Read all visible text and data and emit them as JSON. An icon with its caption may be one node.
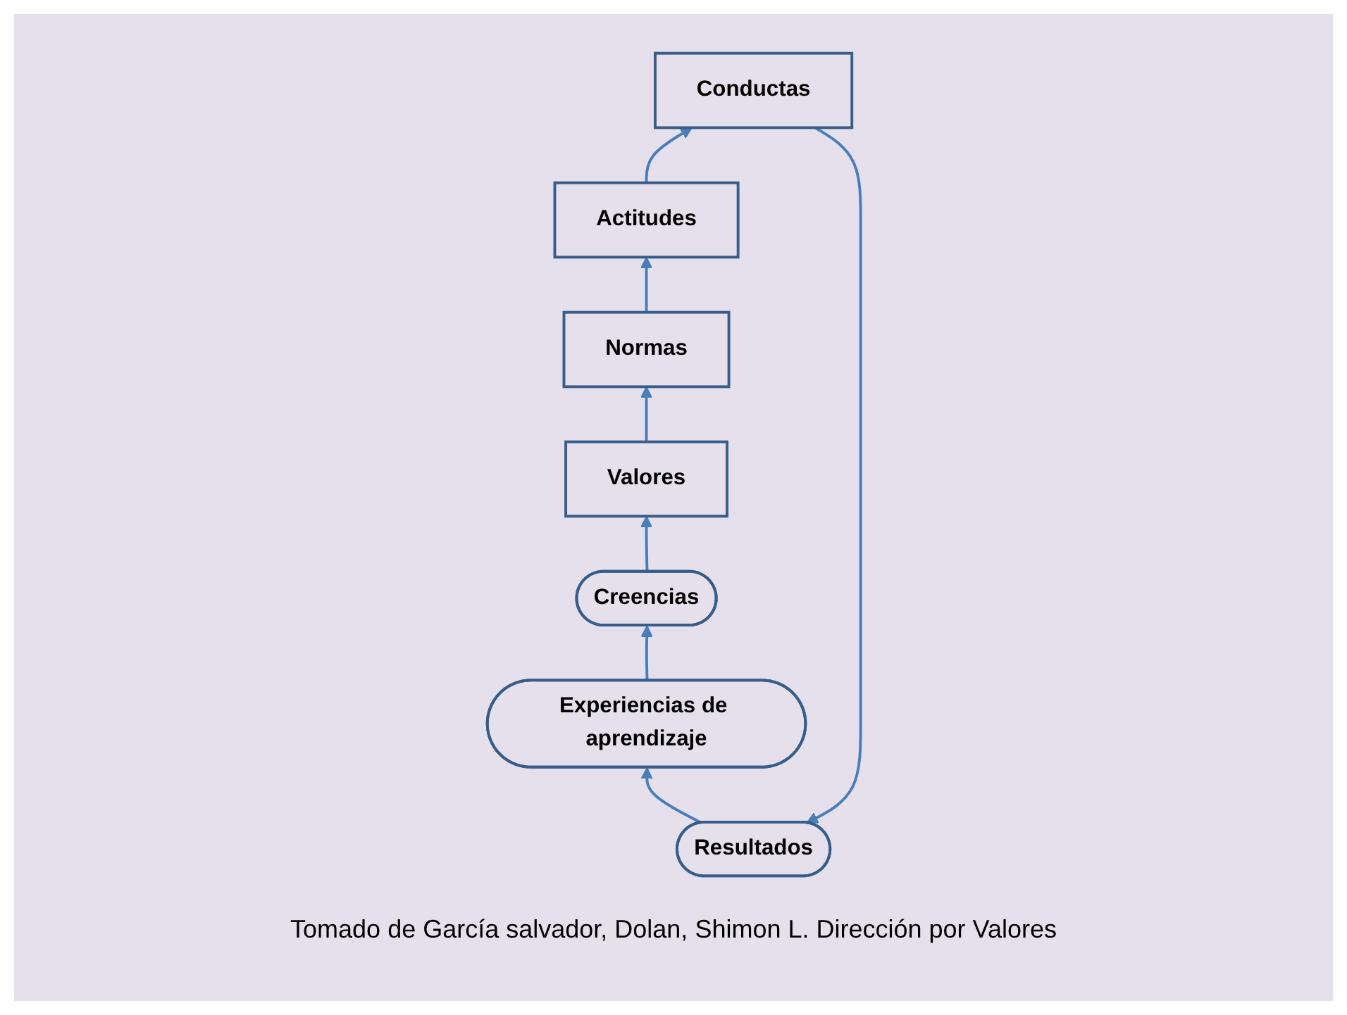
{
  "diagram": {
    "caption": "Tomado de García salvador, Dolan, Shimon L. Dirección por Valores",
    "nodes": [
      {
        "text": [
          "Resultados"
        ]
      },
      {
        "text": [
          "Conductas"
        ]
      },
      {
        "text": [
          "Actitudes"
        ]
      },
      {
        "text": [
          "Normas"
        ]
      },
      {
        "text": [
          "Valores"
        ]
      },
      {
        "text": [
          "Experiencias de aprendizaje"
        ]
      },
      {
        "text": [
          "Creencias"
        ]
      }
    ],
    "edges": [
      {
        "from": 4,
        "to": 3,
        "arrow": "to"
      },
      {
        "from": 3,
        "to": 2,
        "arrow": "to"
      },
      {
        "from": 2,
        "to": 1,
        "arrow": "to"
      },
      {
        "from": 1,
        "to": 0,
        "arrow": "to"
      },
      {
        "from": 0,
        "to": 5,
        "arrow": "to"
      },
      {
        "from": 5,
        "to": 6,
        "arrow": "to"
      },
      {
        "from": 6,
        "to": 4,
        "arrow": "to"
      }
    ]
  }
}
